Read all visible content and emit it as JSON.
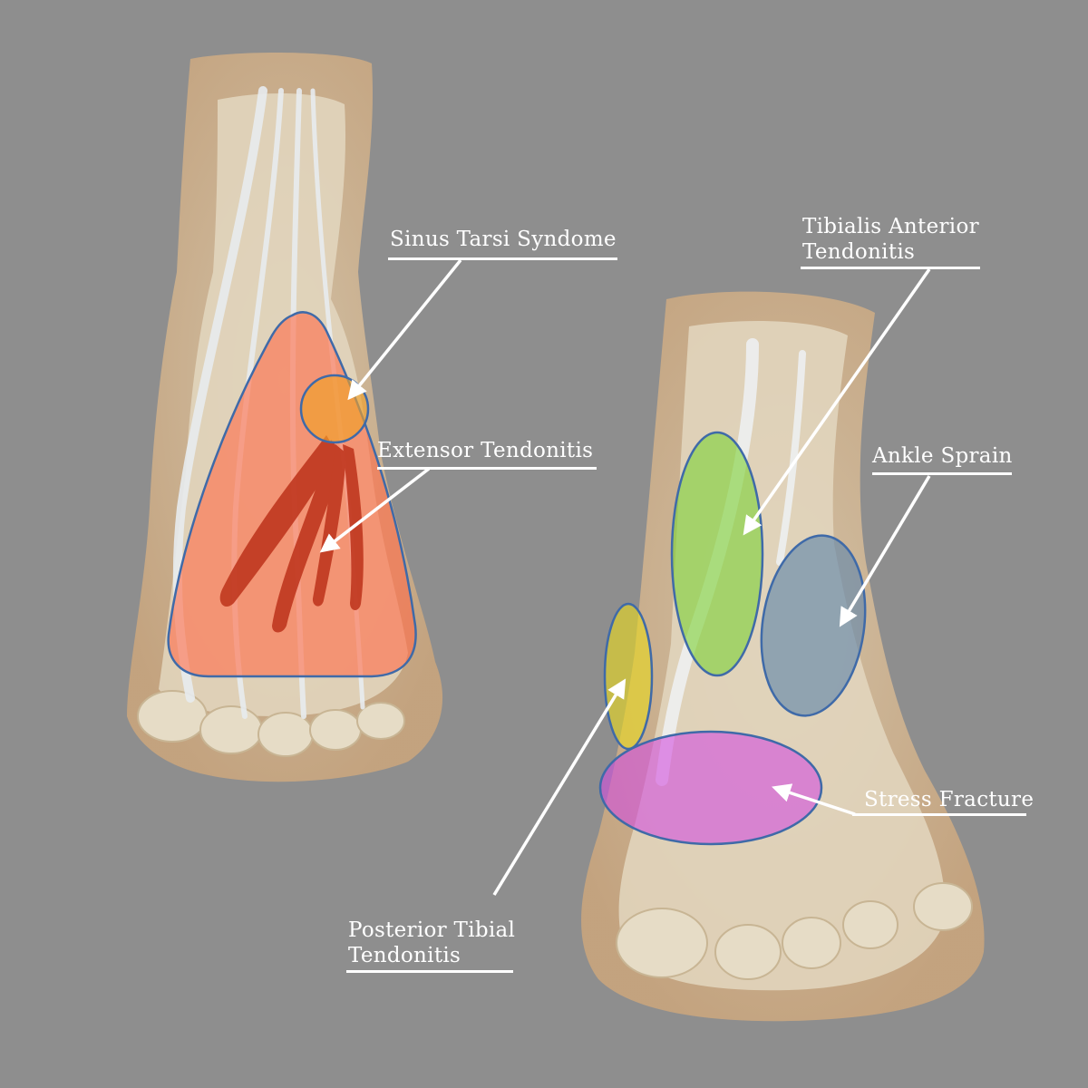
{
  "labels": {
    "sinus_tarsi": "Sinus Tarsi Syndome",
    "extensor": "Extensor Tendonitis",
    "tibialis_anterior_line1": "Tibialis Anterior",
    "tibialis_anterior_line2": "Tendonitis",
    "ankle_sprain": "Ankle Sprain",
    "stress_fracture": "Stress Fracture",
    "posterior_tibial_line1": "Posterior Tibial",
    "posterior_tibial_line2": "Tendonitis"
  },
  "colors": {
    "background": "#8e8e8e",
    "extensor_region": "#ff6e4a",
    "sinus_tarsi_region": "#f0a02a",
    "tibialis_region": "#7fd23a",
    "ankle_sprain_region": "#6688aa",
    "posterior_tibial_region": "#e8d820",
    "stress_fracture_region": "#d24ee0",
    "outline": "#3f6aa8",
    "label": "#ffffff"
  }
}
